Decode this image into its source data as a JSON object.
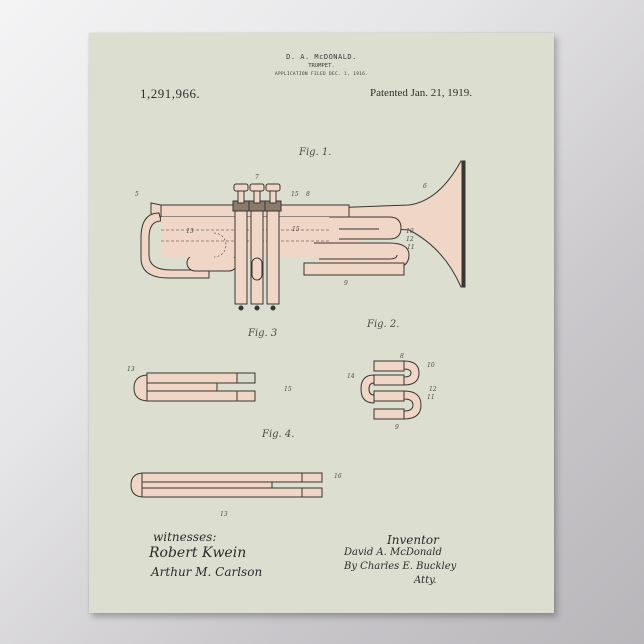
{
  "poster": {
    "inventor_header": "D. A. McDONALD.",
    "invention_title": "TRUMPET.",
    "application_filed": "APPLICATION FILED DEC. 1, 1916.",
    "patent_number": "1,291,966.",
    "patented_date": "Patented Jan. 21, 1919.",
    "figures": {
      "fig1": "Fig. 1.",
      "fig2": "Fig. 2.",
      "fig3": "Fig. 3",
      "fig4": "Fig. 4."
    },
    "reference_numerals": {
      "fig1": [
        "5",
        "7",
        "15",
        "8",
        "6",
        "13",
        "15",
        "10",
        "12",
        "11",
        "9"
      ],
      "fig2": [
        "8",
        "10",
        "14",
        "12",
        "11",
        "9"
      ],
      "fig3": [
        "13",
        "15"
      ],
      "fig4": [
        "16",
        "13"
      ]
    },
    "witnesses": {
      "label": "witnesses:",
      "names": [
        "Robert Kwein",
        "Arthur M. Carlson"
      ]
    },
    "inventor_block": {
      "label": "Inventor",
      "name": "David A. McDonald",
      "by_line": "By Charles E. Buckley",
      "attorney": "Atty."
    },
    "colors": {
      "paper": "#dcdfd0",
      "ink": "#3a3530",
      "tube_fill": "#efd6c6"
    }
  }
}
